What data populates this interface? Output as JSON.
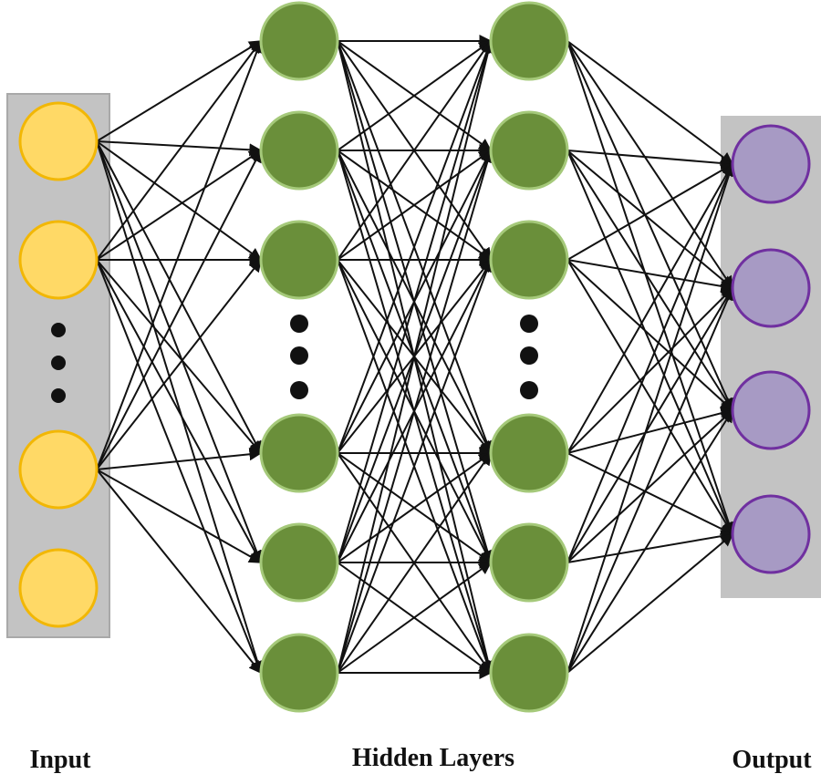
{
  "labels": {
    "input": "Input",
    "hidden": "Hidden Layers",
    "output": "Output"
  },
  "colors": {
    "panel_fill": "#c3c3c3",
    "panel_stroke": "#a9a9a9",
    "input_fill": "#ffd966",
    "input_stroke": "#f2b705",
    "hidden_fill": "#6a8f3a",
    "hidden_stroke": "#a5c97a",
    "output_fill": "#a79ac4",
    "output_stroke": "#7030a0",
    "edge": "#111111",
    "dots": "#111111"
  },
  "layers": {
    "input": {
      "visible_nodes": 4,
      "connected_nodes": 3,
      "has_ellipsis": true
    },
    "hidden1": {
      "visible_nodes": 6,
      "has_ellipsis": true
    },
    "hidden2": {
      "visible_nodes": 6,
      "has_ellipsis": true
    },
    "output": {
      "visible_nodes": 4,
      "has_ellipsis": false
    }
  },
  "connectivity": "fully-connected"
}
